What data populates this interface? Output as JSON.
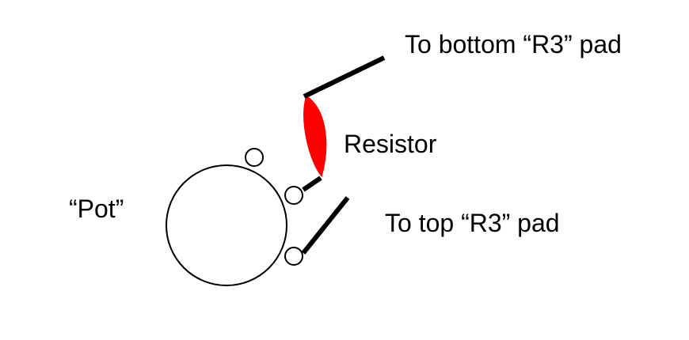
{
  "diagram": {
    "labels": {
      "to_bottom": "To bottom “R3” pad",
      "resistor": "Resistor",
      "pot": "“Pot”",
      "to_top": "To top “R3” pad"
    },
    "colors": {
      "stroke": "#000000",
      "resistor_fill": "#ff0000"
    }
  }
}
